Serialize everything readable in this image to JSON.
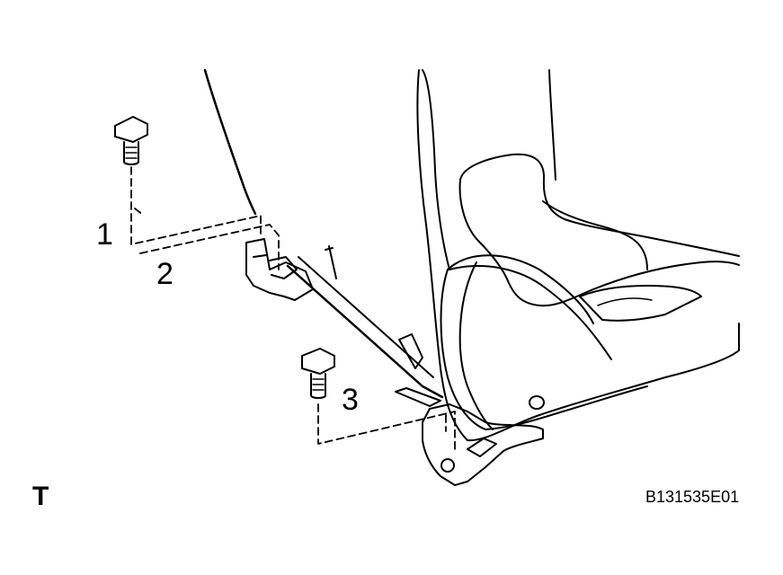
{
  "diagram": {
    "callouts": [
      {
        "id": "callout-1",
        "label": "1"
      },
      {
        "id": "callout-2",
        "label": "2"
      },
      {
        "id": "callout-3",
        "label": "3"
      }
    ],
    "corner_mark": "T",
    "figure_id": "B131535E01"
  },
  "colors": {
    "line": "#000000",
    "background": "#ffffff"
  }
}
